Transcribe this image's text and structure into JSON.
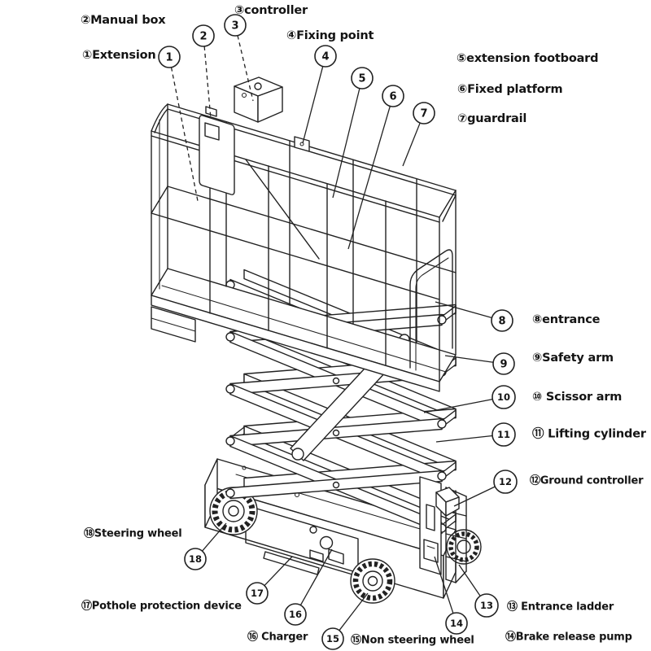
{
  "diagram": {
    "subject": "scissor-lift-parts-diagram",
    "background": "#ffffff",
    "line_color": "#222222"
  },
  "parts": [
    {
      "num": "1",
      "text": "①Extension"
    },
    {
      "num": "2",
      "text": "②Manual box"
    },
    {
      "num": "3",
      "text": "③controller"
    },
    {
      "num": "4",
      "text": "④Fixing point"
    },
    {
      "num": "5",
      "text": "⑤extension footboard"
    },
    {
      "num": "6",
      "text": "⑥Fixed platform"
    },
    {
      "num": "7",
      "text": "⑦guardrail"
    },
    {
      "num": "8",
      "text": "⑧entrance"
    },
    {
      "num": "9",
      "text": "⑨Safety arm"
    },
    {
      "num": "10",
      "text": "⑩ Scissor arm"
    },
    {
      "num": "11",
      "text": "⑪ Lifting cylinder"
    },
    {
      "num": "12",
      "text": "⑫Ground controller"
    },
    {
      "num": "13",
      "text": "⑬ Entrance ladder"
    },
    {
      "num": "14",
      "text": "⑭Brake release pump"
    },
    {
      "num": "15",
      "text": "⑮Non steering wheel"
    },
    {
      "num": "16",
      "text": "⑯ Charger"
    },
    {
      "num": "17",
      "text": "⑰Pothole protection device"
    },
    {
      "num": "18",
      "text": "⑱Steering wheel"
    }
  ]
}
